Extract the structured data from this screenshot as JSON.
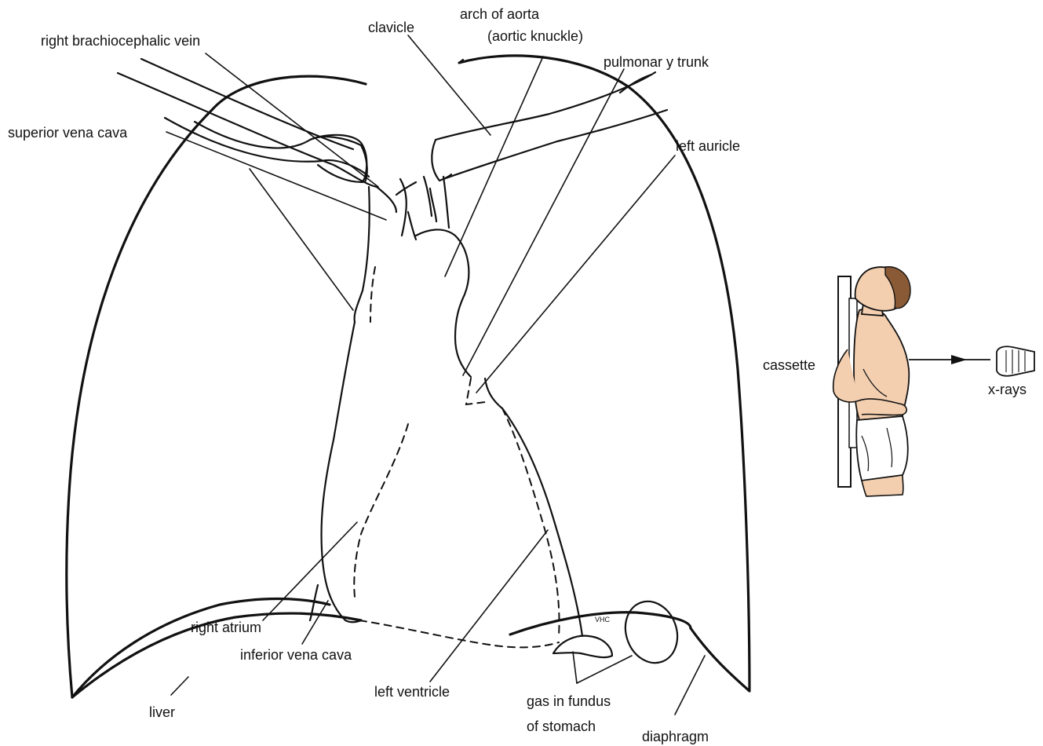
{
  "labels": {
    "right_brachiocephalic_vein": "right brachiocephalic vein",
    "clavicle": "clavicle",
    "arch_of_aorta": "arch of aorta",
    "aortic_knuckle": "(aortic knuckle)",
    "pulmonary_trunk": "pulmonar y trunk",
    "superior_vena_cava": "superior vena cava",
    "left_auricle": "left auricle",
    "cassette": "cassette",
    "x_rays": "x-rays",
    "right_atrium": "right atrium",
    "inferior_vena_cava": "inferior vena cava",
    "left_ventricle": "left ventricle",
    "gas_in_fundus_line1": "gas in fundus",
    "gas_in_fundus_line2": "of stomach",
    "liver": "liver",
    "diaphragm": "diaphragm"
  },
  "signature": "VHC",
  "colors": {
    "skin": "#f3cfb0",
    "hair": "#8a5a36",
    "ink": "#111111"
  }
}
